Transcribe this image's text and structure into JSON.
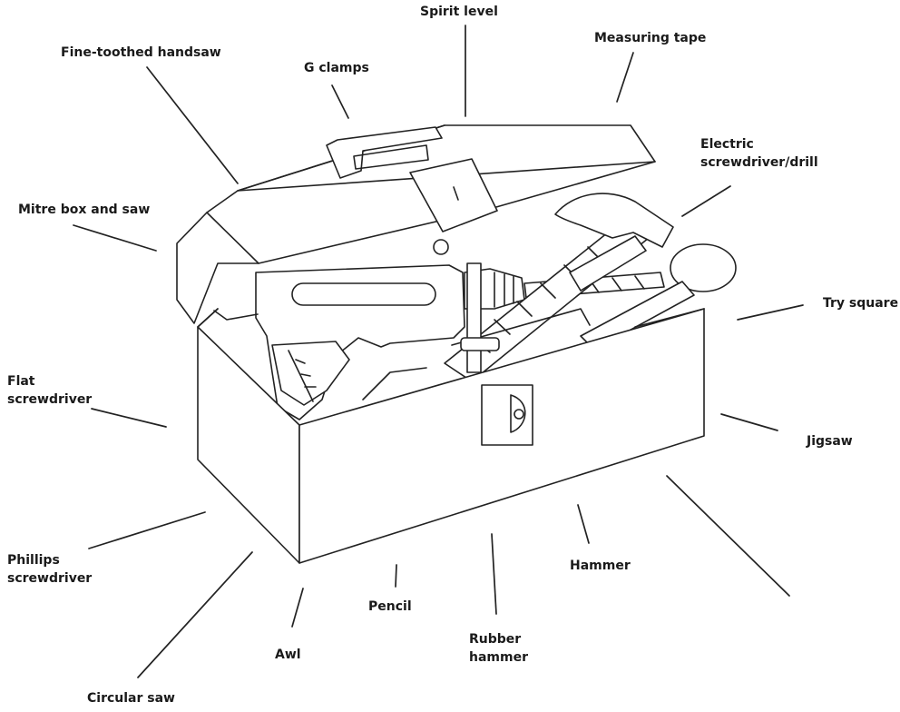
{
  "labels": {
    "spirit_level": "Spirit level",
    "measuring_tape": "Measuring tape",
    "fine_toothed_handsaw": "Fine-toothed handsaw",
    "g_clamps": "G clamps",
    "electric_screwdriver_drill": "Electric\nscrewdriver/drill",
    "mitre_box_and_saw": "Mitre box and saw",
    "try_square": "Try square",
    "flat_screwdriver": "Flat\nscrewdriver",
    "jigsaw": "Jigsaw",
    "phillips_screwdriver": "Phillips\nscrewdriver",
    "hammer": "Hammer",
    "pencil": "Pencil",
    "rubber_hammer": "Rubber\nhammer",
    "awl": "Awl",
    "circular_saw": "Circular saw"
  },
  "colors": {
    "ink": "#222222",
    "background": "#ffffff"
  }
}
